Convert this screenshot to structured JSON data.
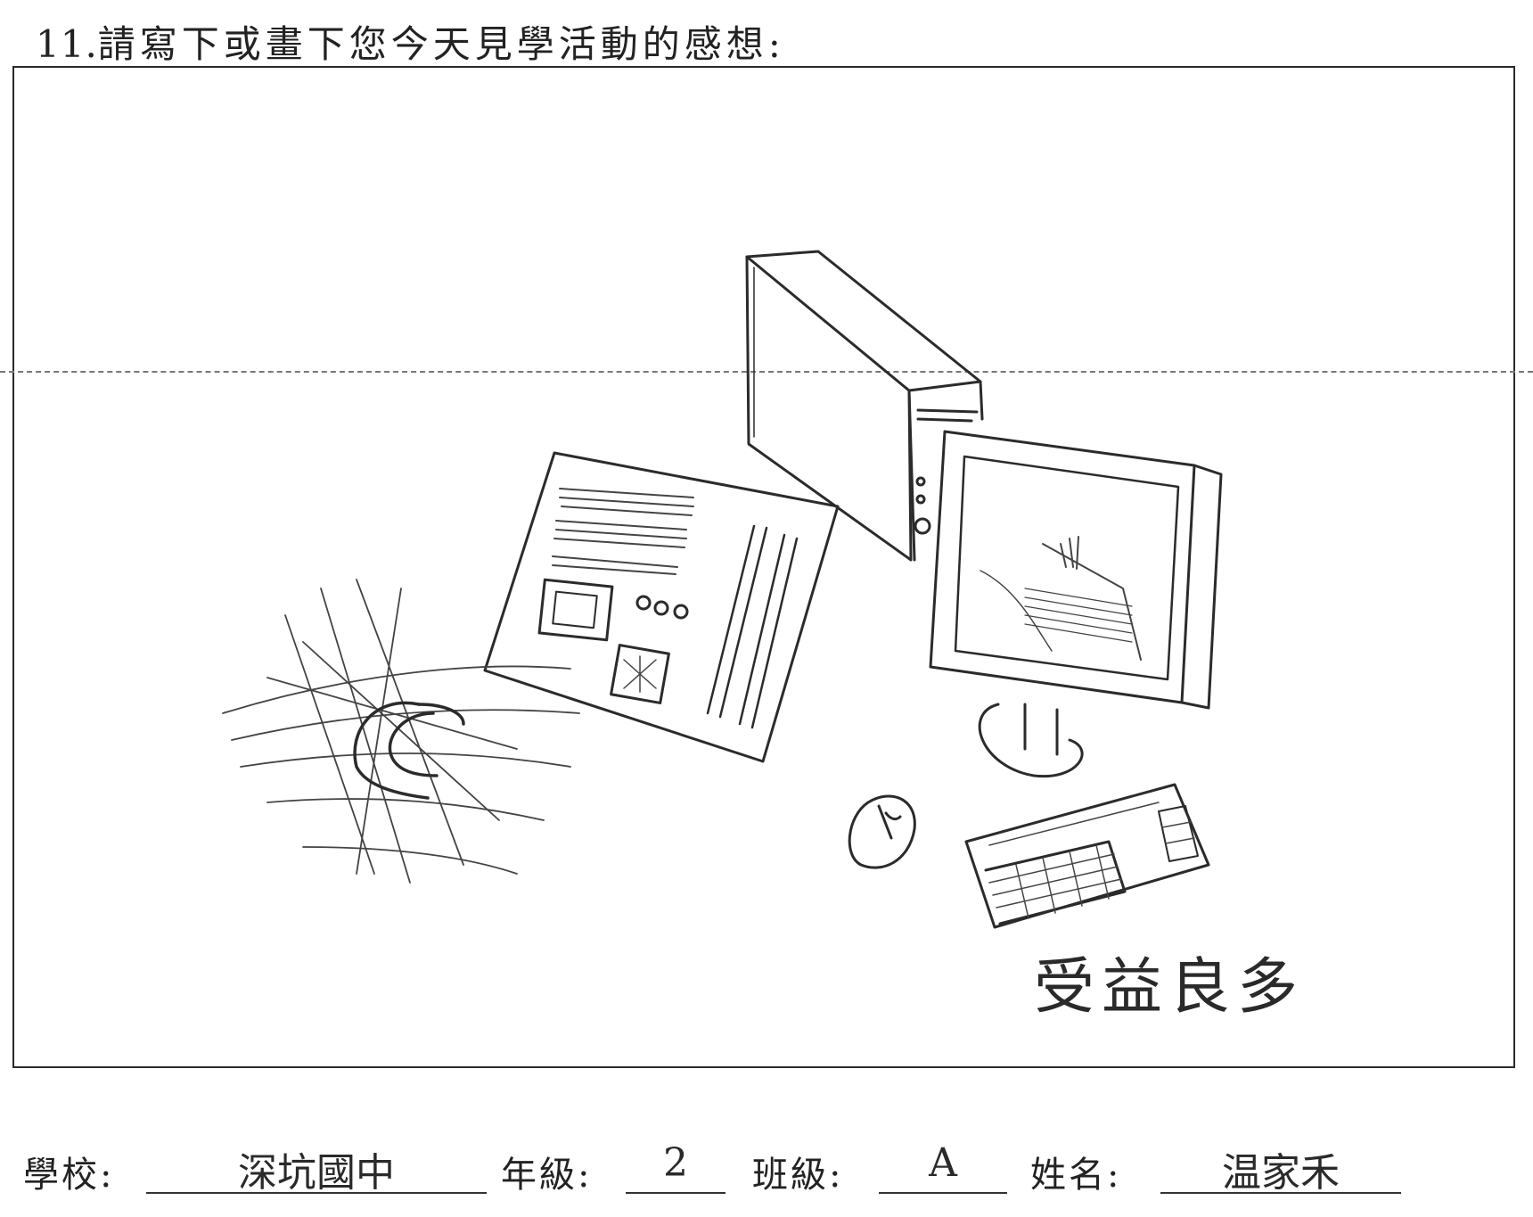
{
  "question": {
    "number": "11.",
    "text": "請寫下或畫下您今天見學活動的感想:"
  },
  "drawing": {
    "handwritten_caption": "受益良多",
    "subjects": [
      "computer-tower",
      "monitor",
      "motherboard",
      "cd-disc",
      "mouse",
      "keyboard"
    ]
  },
  "footer": {
    "school_label": "學校:",
    "school_value": "深坑國中",
    "grade_label": "年級:",
    "grade_value": "2",
    "class_label": "班級:",
    "class_value": "A",
    "name_label": "姓名:",
    "name_value": "温家禾"
  }
}
